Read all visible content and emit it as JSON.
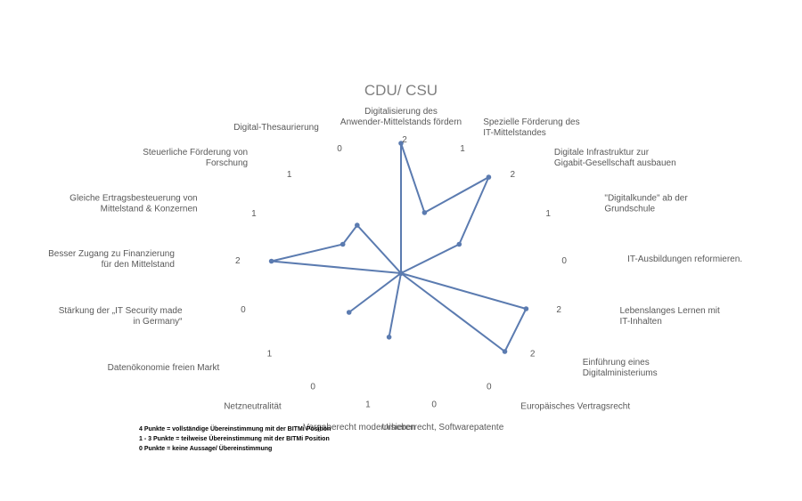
{
  "chart_data": {
    "type": "radar",
    "title": "CDU/ CSU",
    "rmax": 2,
    "grid": false,
    "line_color": "#5b7bb0",
    "categories": [
      "Digitalisierung des Anwender-Mittelstands fördern",
      "Spezielle Förderung des IT-Mittelstandes",
      "Digitale Infrastruktur zur Gigabit-Gesellschaft ausbauen",
      "\"Digitalkunde\" ab der Grundschule",
      "IT-Ausbildungen reformieren.",
      "Lebenslanges Lernen mit IT-Inhalten",
      "Einführung eines Digitalministeriums",
      "Europäisches Vertragsrecht",
      "Urheberrecht, Softwarepatente",
      "Vergaberecht modernisieren",
      "Netzneutralität",
      "Datenökonomie freien Markt",
      "Stärkung der „IT Security made in Germany“",
      "Besser Zugang zu Finanzierung für den Mittelstand",
      "Gleiche Ertragsbesteuerung von Mittelstand & Konzernen",
      "Steuerliche Förderung von Forschung",
      "Digital-Thesaurierung"
    ],
    "values": [
      2,
      1,
      2,
      1,
      0,
      2,
      2,
      0,
      0,
      1,
      0,
      1,
      0,
      2,
      1,
      1,
      0
    ]
  },
  "legend_lines": [
    "4 Punkte = vollständige Übereinstimmung mit der BITMi Position",
    "1 - 3 Punkte = teilweise Übereinstimmung mit der BITMi Position",
    "0 Punkte = keine Aussage/ Übereinstimmung"
  ]
}
